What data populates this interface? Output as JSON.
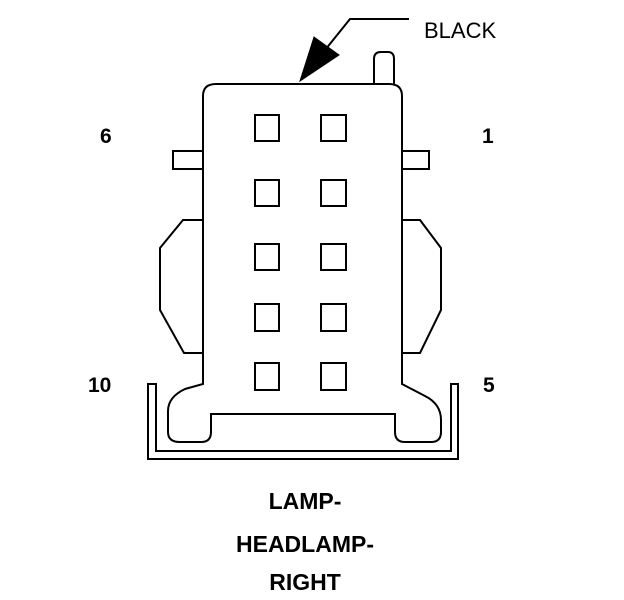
{
  "wire_color_label": "BLACK",
  "pin_labels": {
    "top_left": "6",
    "top_right": "1",
    "bottom_left": "10",
    "bottom_right": "5"
  },
  "caption": {
    "line1": "LAMP-",
    "line2": "HEADLAMP-",
    "line3": "RIGHT"
  },
  "cavity_count": 10
}
